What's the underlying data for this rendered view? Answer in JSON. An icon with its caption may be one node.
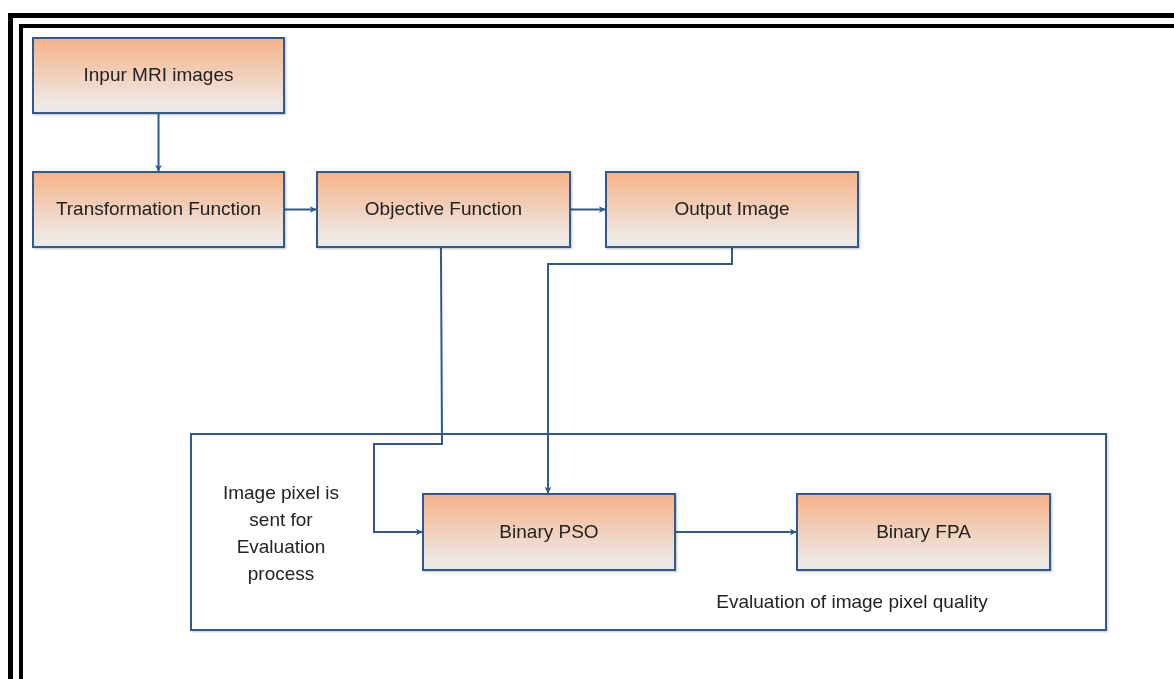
{
  "diagram": {
    "nodes": [
      {
        "text": [
          "Inpur MRI images"
        ]
      },
      {
        "text": [
          "Transformation Function"
        ]
      },
      {
        "text": [
          "Objective Function"
        ]
      },
      {
        "text": [
          "Output Image"
        ]
      },
      {
        "text": [
          "Image pixel is sent for Evaluation process",
          "Evaluation of image pixel quality"
        ]
      },
      {
        "text": [
          "Binary PSO"
        ],
        "in": 4
      },
      {
        "text": [
          "Binary FPA"
        ],
        "in": 4
      }
    ],
    "edges": [
      {
        "from": 0,
        "to": 1,
        "arrow": "to"
      },
      {
        "from": 1,
        "to": 2,
        "arrow": "to"
      },
      {
        "from": 2,
        "to": 3,
        "arrow": "to"
      },
      {
        "from": 2,
        "to": 5,
        "arrow": "to"
      },
      {
        "from": 3,
        "to": 5,
        "arrow": "to"
      },
      {
        "from": 5,
        "to": 6,
        "arrow": "to"
      }
    ]
  }
}
